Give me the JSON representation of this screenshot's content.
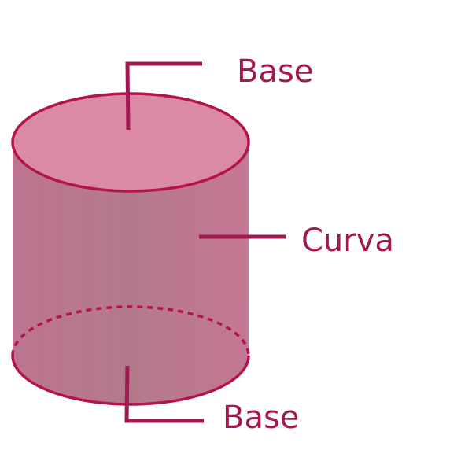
{
  "labels": {
    "top_base": "Base",
    "lateral_surface": "Curva",
    "bottom_base": "Base"
  },
  "colors": {
    "text": "#a3184f",
    "outline": "#b5134e",
    "leader_line": "#a3184f",
    "top_face": "#da8aa5",
    "side_fill_left": "#bd7590",
    "side_fill_mid": "#b37a8c",
    "side_fill_right": "#c57794",
    "background": "#ffffff"
  }
}
